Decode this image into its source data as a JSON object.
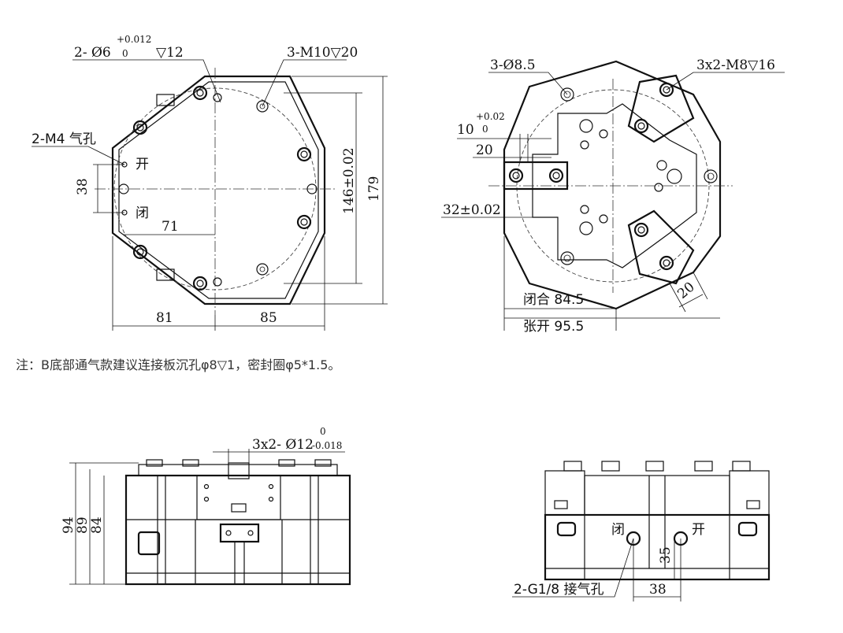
{
  "view_top_left": {
    "hole_note_prefix": "2- Ø6",
    "hole_tol_upper": "+0.012",
    "hole_tol_lower": "0",
    "hole_depth": "▽12",
    "thread_note": "3-M10▽20",
    "air_port_note": "2-M4 气孔",
    "open_label": "开",
    "close_label": "闭",
    "dim_38": "38",
    "dim_71": "71",
    "dim_81": "81",
    "dim_85": "85",
    "dim_146": "146±0.02",
    "dim_179": "179"
  },
  "view_top_right": {
    "hole_note": "3-Ø8.5",
    "thread_note": "3x2-M8▽16",
    "dim_10": "10",
    "dim_10_tol_upper": "+0.02",
    "dim_10_tol_lower": "0",
    "dim_20": "20",
    "dim_32": "32±0.02",
    "dim_20_jaw": "20",
    "closed_label": "闭合 84.5",
    "open_label": "张开 95.5"
  },
  "note": "注：B底部通气款建议连接板沉孔φ8▽1，密封圈φ5*1.5。",
  "view_bottom_left": {
    "pin_note": "3x2- Ø12",
    "pin_tol_upper": "0",
    "pin_tol_lower": "-0.018",
    "dim_94": "94",
    "dim_89": "89",
    "dim_84": "84"
  },
  "view_bottom_right": {
    "close_label": "闭",
    "open_label": "开",
    "dim_35": "35",
    "dim_38": "38",
    "port_note": "2-G1/8 接气孔"
  }
}
